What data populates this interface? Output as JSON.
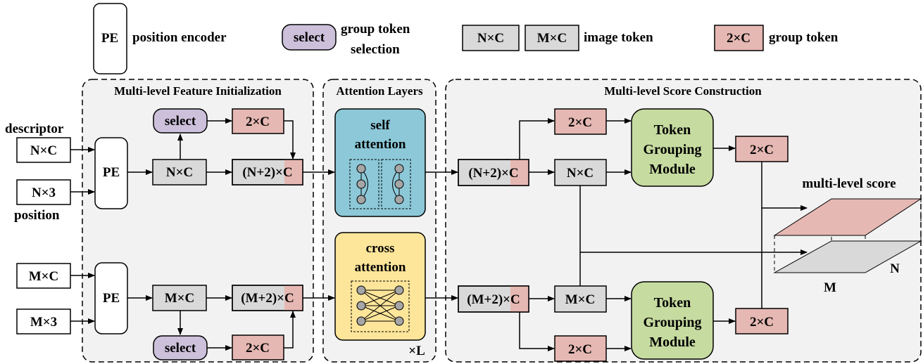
{
  "legend": {
    "pe_symbol": "PE",
    "pe_text": "position encoder",
    "select_symbol": "select",
    "select_text_line1": "group token",
    "select_text_line2": "selection",
    "image_token_a": "N×C",
    "image_token_b": "M×C",
    "image_token_text": "image token",
    "group_token_symbol": "2×C",
    "group_token_text": "group token"
  },
  "inputs": {
    "descriptor_label": "descriptor",
    "n_descriptor": "N×C",
    "n_position": "N×3",
    "position_label": "position",
    "m_descriptor": "M×C",
    "m_position": "M×3"
  },
  "init_section": {
    "title": "Multi-level Feature Initialization",
    "pe_label": "PE",
    "select_label": "select",
    "group_token": "2×C",
    "n_tokens": "N×C",
    "m_tokens": "M×C",
    "n_concat_prefix": "(N+2)×",
    "m_concat_prefix": "(M+2)×",
    "concat_suffix": "C"
  },
  "attention_section": {
    "title": "Attention Layers",
    "self_line1": "self",
    "self_line2": "attention",
    "cross_line1": "cross",
    "cross_line2": "attention",
    "repeat": "×L"
  },
  "score_section": {
    "title": "Multi-level Score Construction",
    "n_concat_prefix": "(N+2)×",
    "m_concat_prefix": "(M+2)×",
    "concat_suffix": "C",
    "group_token": "2×C",
    "n_tokens": "N×C",
    "m_tokens": "M×C",
    "tgm_line1": "Token",
    "tgm_line2": "Grouping",
    "tgm_line3": "Module",
    "score_label": "multi-level score",
    "dim_m": "M",
    "dim_n": "N"
  },
  "colors": {
    "token_gray": "#d9d9d9",
    "group_pink": "#e6b8b3",
    "select_purple": "#ccc0da",
    "self_attention_blue": "#8cc8d8",
    "cross_attention_yellow": "#fde59a",
    "tgm_green": "#c6dba0",
    "panel_bg": "#f2f2f2"
  }
}
